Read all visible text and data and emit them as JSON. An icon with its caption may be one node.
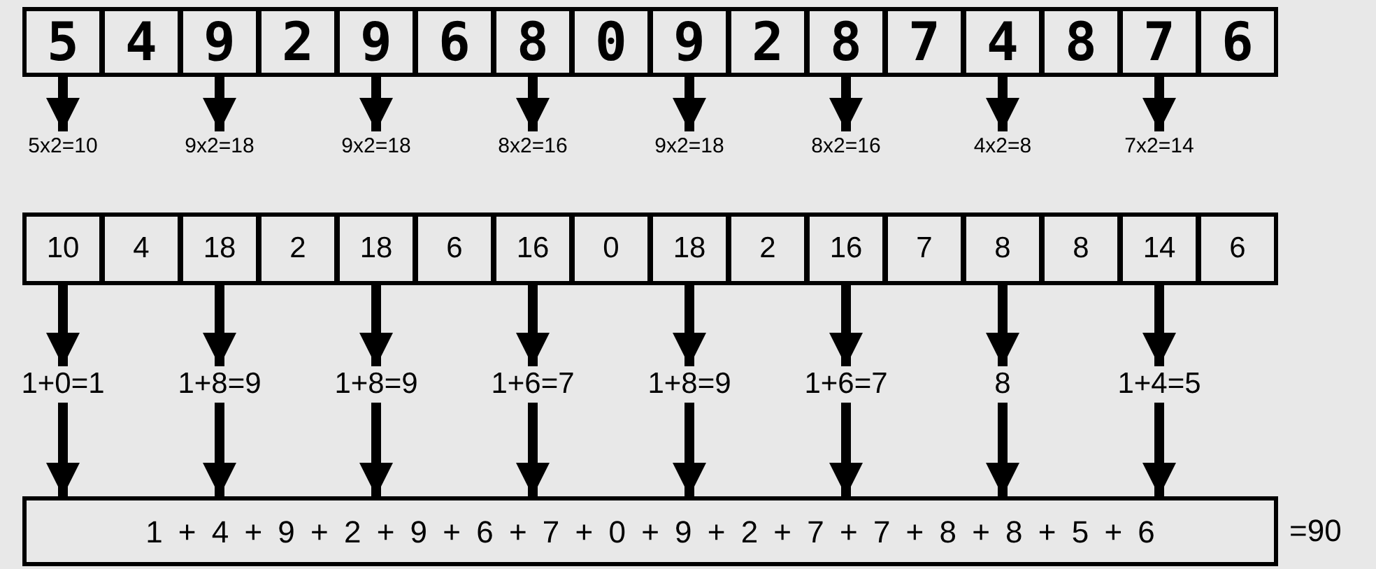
{
  "diagram": {
    "nodes": [
      {
        "text": [
          "5"
        ]
      },
      {
        "text": [
          "4"
        ]
      },
      {
        "text": [
          "9"
        ]
      },
      {
        "text": [
          "2"
        ]
      },
      {
        "text": [
          "9"
        ]
      },
      {
        "text": [
          "6"
        ]
      },
      {
        "text": [
          "8"
        ]
      },
      {
        "text": [
          "0"
        ]
      },
      {
        "text": [
          "9"
        ]
      },
      {
        "text": [
          "2"
        ]
      },
      {
        "text": [
          "8"
        ]
      },
      {
        "text": [
          "7"
        ]
      },
      {
        "text": [
          "4"
        ]
      },
      {
        "text": [
          "8"
        ]
      },
      {
        "text": [
          "7"
        ]
      },
      {
        "text": [
          "6"
        ]
      },
      {
        "text": [
          "5x2=10"
        ]
      },
      {
        "text": [
          "9x2=18"
        ]
      },
      {
        "text": [
          "9x2=18"
        ]
      },
      {
        "text": [
          "8x2=16"
        ]
      },
      {
        "text": [
          "9x2=18"
        ]
      },
      {
        "text": [
          "8x2=16"
        ]
      },
      {
        "text": [
          "4x2=8"
        ]
      },
      {
        "text": [
          "7x2=14"
        ]
      },
      {
        "text": [
          "10"
        ]
      },
      {
        "text": [
          "4"
        ]
      },
      {
        "text": [
          "18"
        ]
      },
      {
        "text": [
          "2"
        ]
      },
      {
        "text": [
          "18"
        ]
      },
      {
        "text": [
          "6"
        ]
      },
      {
        "text": [
          "16"
        ]
      },
      {
        "text": [
          "0"
        ]
      },
      {
        "text": [
          "18"
        ]
      },
      {
        "text": [
          "2"
        ]
      },
      {
        "text": [
          "16"
        ]
      },
      {
        "text": [
          "7"
        ]
      },
      {
        "text": [
          "8"
        ]
      },
      {
        "text": [
          "8"
        ]
      },
      {
        "text": [
          "14"
        ]
      },
      {
        "text": [
          "6"
        ]
      },
      {
        "text": [
          "1+0=1"
        ]
      },
      {
        "text": [
          "1+8=9"
        ]
      },
      {
        "text": [
          "1+8=9"
        ]
      },
      {
        "text": [
          "1+6=7"
        ]
      },
      {
        "text": [
          "1+8=9"
        ]
      },
      {
        "text": [
          "1+6=7"
        ]
      },
      {
        "text": [
          "8"
        ]
      },
      {
        "text": [
          "1+4=5"
        ]
      },
      {
        "text": [
          "1 + 4 + 9 + 2 + 9 + 6 + 7 + 0 + 9 + 2 + 7 + 7 + 8 + 8 + 5 + 6"
        ],
        "beside": [
          "=90"
        ]
      }
    ],
    "edges": [
      {
        "from": 0,
        "to": 16,
        "arrow": "to"
      },
      {
        "from": 2,
        "to": 17,
        "arrow": "to"
      },
      {
        "from": 4,
        "to": 18,
        "arrow": "to"
      },
      {
        "from": 6,
        "to": 19,
        "arrow": "to"
      },
      {
        "from": 8,
        "to": 20,
        "arrow": "to"
      },
      {
        "from": 10,
        "to": 21,
        "arrow": "to"
      },
      {
        "from": 12,
        "to": 22,
        "arrow": "to"
      },
      {
        "from": 14,
        "to": 23,
        "arrow": "to"
      },
      {
        "from": 24,
        "to": 40,
        "arrow": "to"
      },
      {
        "from": 26,
        "to": 41,
        "arrow": "to"
      },
      {
        "from": 28,
        "to": 42,
        "arrow": "to"
      },
      {
        "from": 30,
        "to": 43,
        "arrow": "to"
      },
      {
        "from": 32,
        "to": 44,
        "arrow": "to"
      },
      {
        "from": 34,
        "to": 45,
        "arrow": "to"
      },
      {
        "from": 36,
        "to": 46,
        "arrow": "to"
      },
      {
        "from": 38,
        "to": 47,
        "arrow": "to"
      },
      {
        "from": 40,
        "to": 48,
        "arrow": "to"
      },
      {
        "from": 41,
        "to": 48,
        "arrow": "to"
      },
      {
        "from": 42,
        "to": 48,
        "arrow": "to"
      },
      {
        "from": 43,
        "to": 48,
        "arrow": "to"
      },
      {
        "from": 44,
        "to": 48,
        "arrow": "to"
      },
      {
        "from": 45,
        "to": 48,
        "arrow": "to"
      },
      {
        "from": 46,
        "to": 48,
        "arrow": "to"
      },
      {
        "from": 47,
        "to": 48,
        "arrow": "to"
      }
    ]
  }
}
